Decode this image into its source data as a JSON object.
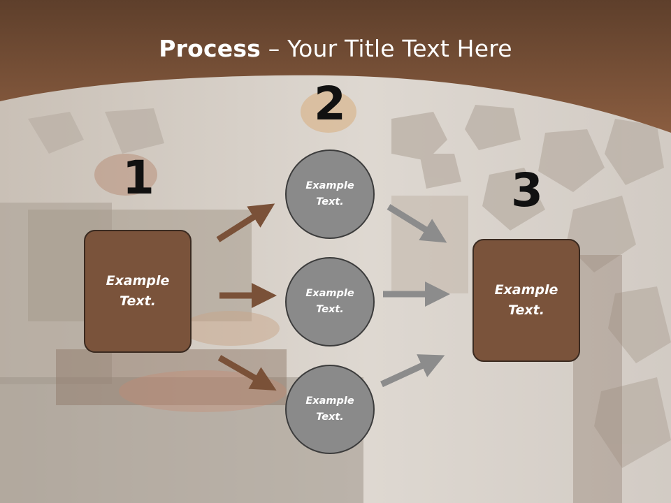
{
  "title": {
    "bold": "Process",
    "rest": " – Your Title Text Here"
  },
  "steps": [
    {
      "number": "1",
      "label": "Example\nText."
    },
    {
      "number": "2",
      "labels": [
        "Example\nText.",
        "Example\nText.",
        "Example\nText."
      ]
    },
    {
      "number": "3",
      "label": "Example\nText."
    }
  ],
  "colors": {
    "header_band": "#7a5138",
    "box_fill": "#7a533b",
    "circle_fill": "#8a8a8a",
    "arrow_brown": "#7a5138",
    "arrow_gray": "#8c8c8c"
  }
}
